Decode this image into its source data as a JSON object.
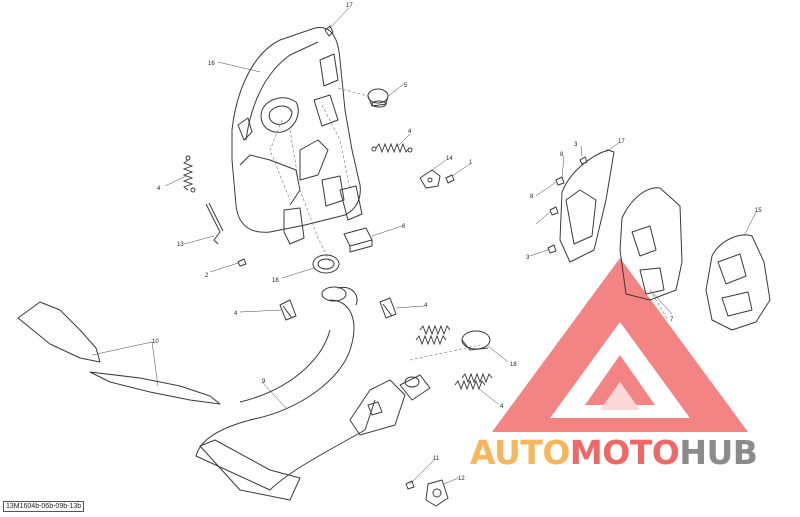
{
  "diagram": {
    "drawing_code": "13M1604b-06b-09b-13b",
    "callouts": {
      "c17a": "17",
      "c16": "16",
      "c5": "5",
      "c4a": "4",
      "c14": "14",
      "c1": "1",
      "c4b": "4",
      "c13": "13",
      "c2": "2",
      "c6": "6",
      "c18a": "18",
      "c3a": "3",
      "c8a": "8",
      "c17b": "17",
      "c8b": "8",
      "c3b": "3",
      "c15": "15",
      "c7": "7",
      "c4c": "4",
      "c4d": "4",
      "c10": "10",
      "c18b": "18",
      "c9": "9",
      "c4e": "4",
      "c11": "11",
      "c12": "12"
    }
  },
  "watermark": {
    "part1": "AUTO",
    "part2": "MOTO",
    "part3": "HUB",
    "colors": {
      "orange": "#f6b65e",
      "red": "#f06767",
      "gray": "#8b8b8b"
    }
  }
}
